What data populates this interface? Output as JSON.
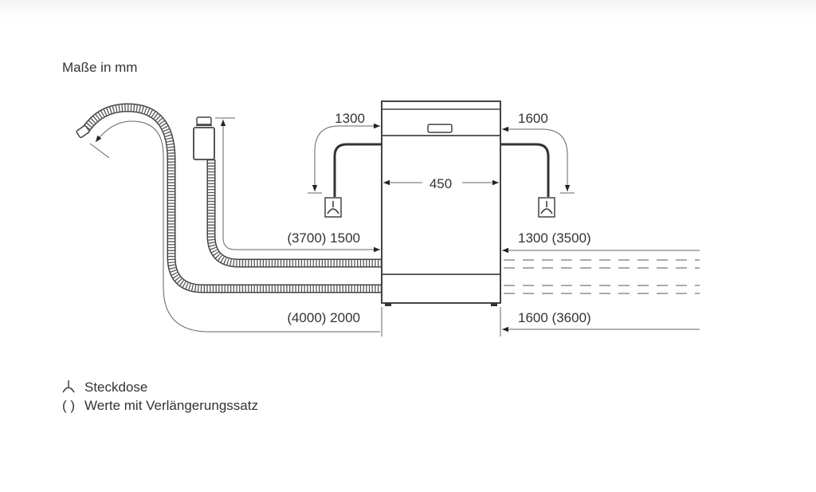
{
  "title": "Maße in mm",
  "dimensions": {
    "width": "450",
    "cord_left": "1300",
    "cord_right": "1600",
    "inlet_left": "(3700) 1500",
    "drain_left": "(4000) 2000",
    "inlet_right": "1300 (3500)",
    "drain_right": "1600 (3600)"
  },
  "legend": {
    "socket_symbol": "socket-icon",
    "socket_label": "Steckdose",
    "parens_symbol": "( )",
    "parens_label": "Werte mit Verlängerungssatz"
  }
}
